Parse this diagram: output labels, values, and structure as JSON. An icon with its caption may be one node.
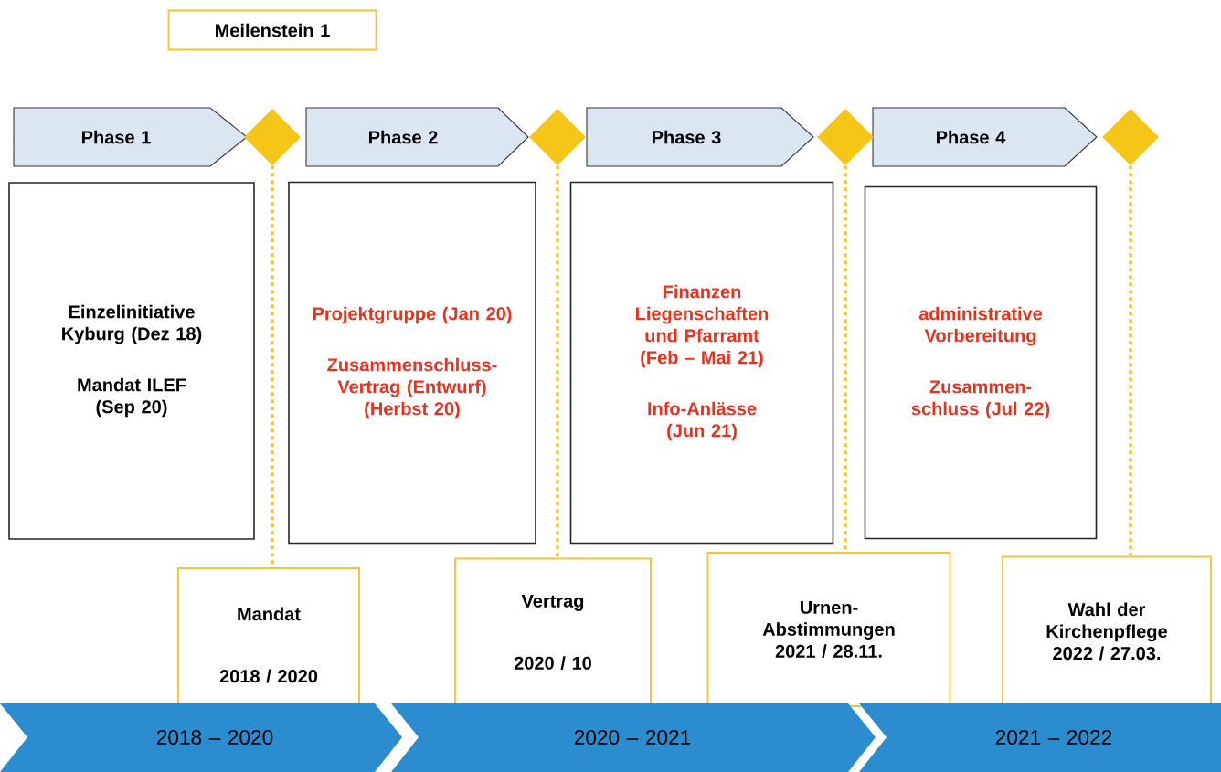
{
  "diagram": {
    "nodes": [
      {
        "text": [
          "Meilenstein 1"
        ]
      },
      {
        "text": [
          "Phase 1"
        ]
      },
      {
        "text": [
          "Phase 2"
        ]
      },
      {
        "text": [
          "Phase 3"
        ]
      },
      {
        "text": [
          "Phase 4"
        ]
      },
      {
        "text": [],
        "shape": "diamond"
      },
      {
        "text": [],
        "shape": "diamond"
      },
      {
        "text": [],
        "shape": "diamond"
      },
      {
        "text": [],
        "shape": "diamond"
      },
      {
        "text": [
          "Einzelinitiative Kyburg (Dez 18)",
          "Mandat ILEF (Sep 20)"
        ]
      },
      {
        "text": [
          "Projektgruppe (Jan 20)",
          "Zusammenschluss-Vertrag (Entwurf) (Herbst 20)"
        ]
      },
      {
        "text": [
          "Finanzen Liegenschaften und Pfarramt (Feb – Mai 21)",
          "Info-Anlässe (Jun 21)"
        ]
      },
      {
        "text": [
          "administrative Vorbereitung",
          "Zusammen-schluss (Jul 22)"
        ]
      },
      {
        "text": [
          "Mandat",
          "2018 / 2020"
        ]
      },
      {
        "text": [
          "Vertrag",
          "2020 / 10"
        ]
      },
      {
        "text": [
          "Urnen-Abstimmungen",
          "2021 / 28.11."
        ]
      },
      {
        "text": [
          "Wahl der Kirchenpflege",
          "2022 / 27.03."
        ]
      },
      {
        "text": [
          "2018 – 2020"
        ]
      },
      {
        "text": [
          "2020 – 2021"
        ]
      },
      {
        "text": [
          "2021 – 2022"
        ]
      }
    ],
    "edges": [
      {
        "from": 5,
        "to": 13,
        "arrow": "none",
        "style": "dashed"
      },
      {
        "from": 6,
        "to": 14,
        "arrow": "none",
        "style": "dashed"
      },
      {
        "from": 7,
        "to": 15,
        "arrow": "none",
        "style": "dashed"
      },
      {
        "from": 8,
        "to": 16,
        "arrow": "none",
        "style": "dashed"
      }
    ]
  }
}
